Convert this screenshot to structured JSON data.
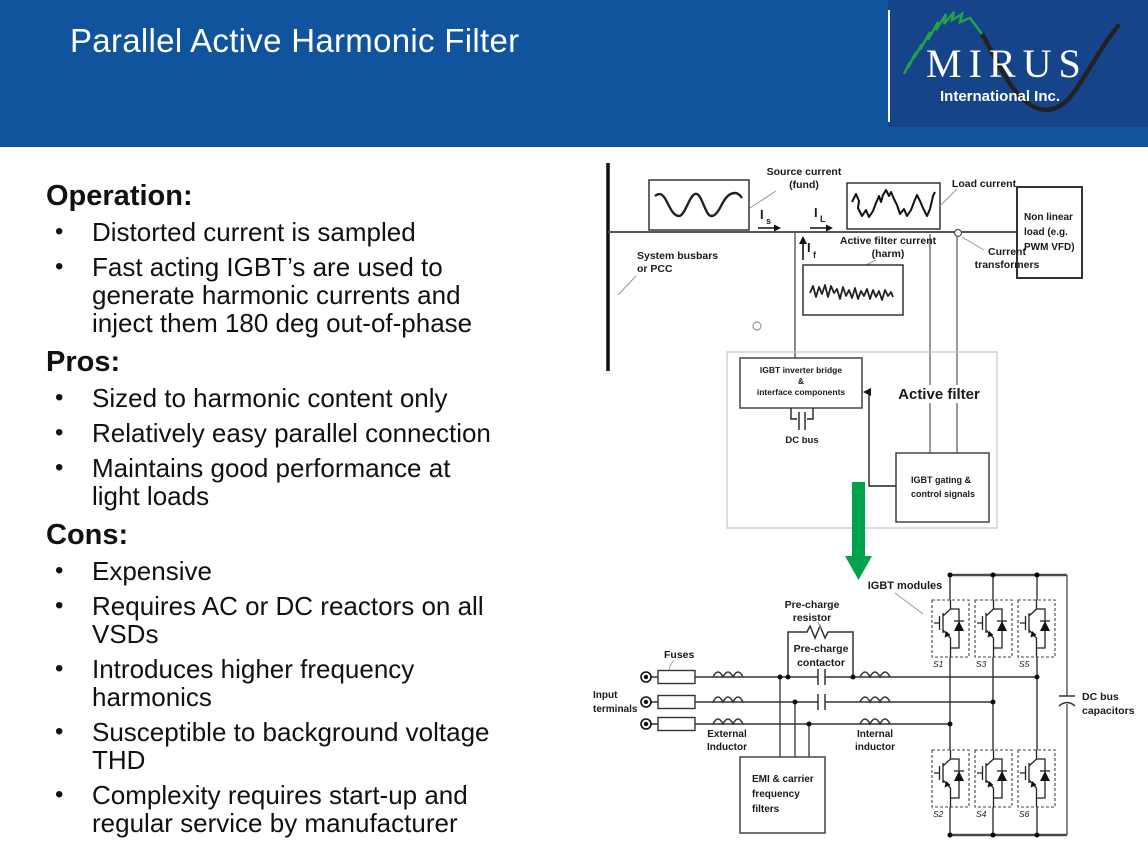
{
  "colors": {
    "header_blue": "#0F549D",
    "logo_blue": "#16448A",
    "accent_green": "#00A24B",
    "wave_green": "#23A14B",
    "wave_pale": "#BCE3C8",
    "text": "#111111"
  },
  "header": {
    "title": "Parallel Active Harmonic Filter",
    "logo_name": "MIRUS",
    "logo_subtitle": "International Inc."
  },
  "content": {
    "bullet": "•",
    "sections": [
      {
        "heading": "Operation:",
        "bullets": [
          "Distorted current is sampled",
          "Fast acting IGBT’s are used to\ngenerate harmonic currents and\ninject them 180 deg out-of-phase"
        ]
      },
      {
        "heading": "Pros:",
        "bullets": [
          "Sized to harmonic content only",
          "Relatively easy parallel connection",
          "Maintains good performance at\nlight loads"
        ]
      },
      {
        "heading": "Cons:",
        "bullets": [
          "Expensive",
          "Requires AC or DC reactors on all\nVSDs",
          "Introduces higher frequency\nharmonics",
          "Susceptible to background voltage\nTHD",
          "Complexity requires start-up and\nregular service by manufacturer"
        ]
      }
    ]
  },
  "diagram_top": {
    "source_line1": "Source current",
    "source_line2": "(fund)",
    "is_main": "I",
    "is_sub": "s",
    "il_main": "I",
    "il_sub": "L",
    "if_main": "I",
    "if_sub": "f",
    "load_current": "Load current",
    "nl1": "Non linear",
    "nl2": "load (e.g.",
    "nl3": "PWM VFD)",
    "sys1": "System busbars",
    "sys2": "or PCC",
    "afc1": "Active filter current",
    "afc2": "(harm)",
    "ct1": "Current",
    "ct2": "transformers",
    "br1": "IGBT inverter bridge",
    "br2": "&",
    "br3": "interface components",
    "dc_bus": "DC bus",
    "active_filter": "Active filter",
    "g1": "IGBT gating &",
    "g2": "control signals"
  },
  "diagram_bottom": {
    "igbt_modules": "IGBT modules",
    "pr1": "Pre-charge",
    "pr2": "resistor",
    "pc1": "Pre-charge",
    "pc2": "contactor",
    "fuses": "Fuses",
    "in1": "Input",
    "in2": "terminals",
    "ext1": "External",
    "ext2": "Inductor",
    "int1": "Internal",
    "int2": "inductor",
    "emi1": "EMI & carrier",
    "emi2": "frequency",
    "emi3": "filters",
    "cap1": "DC bus",
    "cap2": "capacitors",
    "s": [
      "S1",
      "S3",
      "S5",
      "S2",
      "S4",
      "S6"
    ]
  }
}
